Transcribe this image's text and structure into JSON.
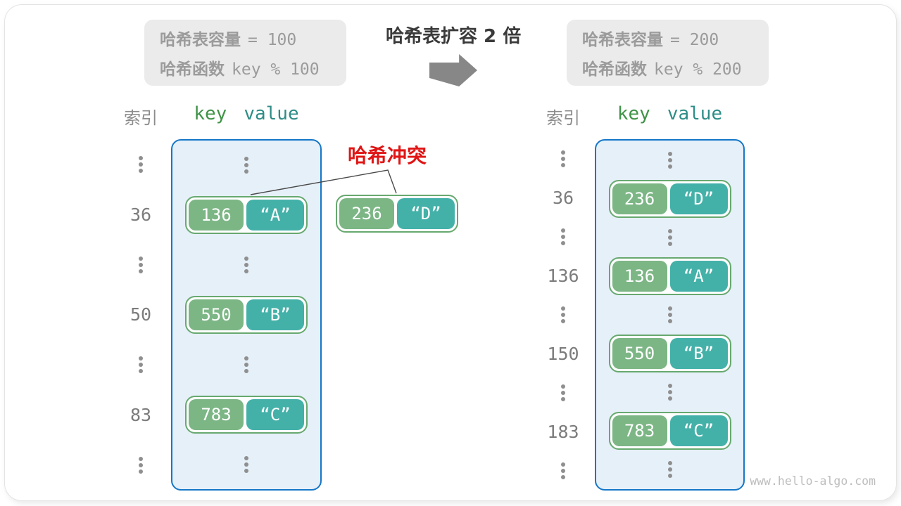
{
  "watermark": "www.hello-algo.com",
  "expand": {
    "title": "哈希表扩容 2 倍",
    "arrow_icon": "right-block-arrow"
  },
  "boxes": {
    "before": {
      "capacity_label": "哈希表容量",
      "capacity_value": "= 100",
      "fn_label": "哈希函数",
      "fn_value": "key % 100"
    },
    "after": {
      "capacity_label": "哈希表容量",
      "capacity_value": "= 200",
      "fn_label": "哈希函数",
      "fn_value": "key % 200"
    }
  },
  "collision": {
    "label": "哈希冲突",
    "pair": {
      "key": "236",
      "value": "“D”"
    }
  },
  "tables": {
    "before": {
      "index_header": "索引",
      "key_header": "key",
      "value_header": "value",
      "rows": [
        {
          "type": "dots"
        },
        {
          "type": "pair",
          "index": "36",
          "key": "136",
          "value": "“A”"
        },
        {
          "type": "dots"
        },
        {
          "type": "pair",
          "index": "50",
          "key": "550",
          "value": "“B”"
        },
        {
          "type": "dots"
        },
        {
          "type": "pair",
          "index": "83",
          "key": "783",
          "value": "“C”"
        },
        {
          "type": "dots"
        }
      ]
    },
    "after": {
      "index_header": "索引",
      "key_header": "key",
      "value_header": "value",
      "rows": [
        {
          "type": "dots"
        },
        {
          "type": "pair",
          "index": "36",
          "key": "236",
          "value": "“D”"
        },
        {
          "type": "dots"
        },
        {
          "type": "pair",
          "index": "136",
          "key": "136",
          "value": "“A”"
        },
        {
          "type": "dots"
        },
        {
          "type": "pair",
          "index": "150",
          "key": "550",
          "value": "“B”"
        },
        {
          "type": "dots"
        },
        {
          "type": "pair",
          "index": "183",
          "key": "783",
          "value": "“C”"
        },
        {
          "type": "dots"
        }
      ]
    }
  },
  "colors": {
    "key_fill": "#7cb685",
    "value_fill": "#44b1a9",
    "pair_border": "#67a96f",
    "bucket_fill": "#e6f0f9",
    "bucket_border": "#1577c8",
    "collision_red": "#e01515",
    "arrow_gray": "#878787",
    "capacity_box_bg": "#ebebeb",
    "capacity_text": "#9b9b9b"
  }
}
